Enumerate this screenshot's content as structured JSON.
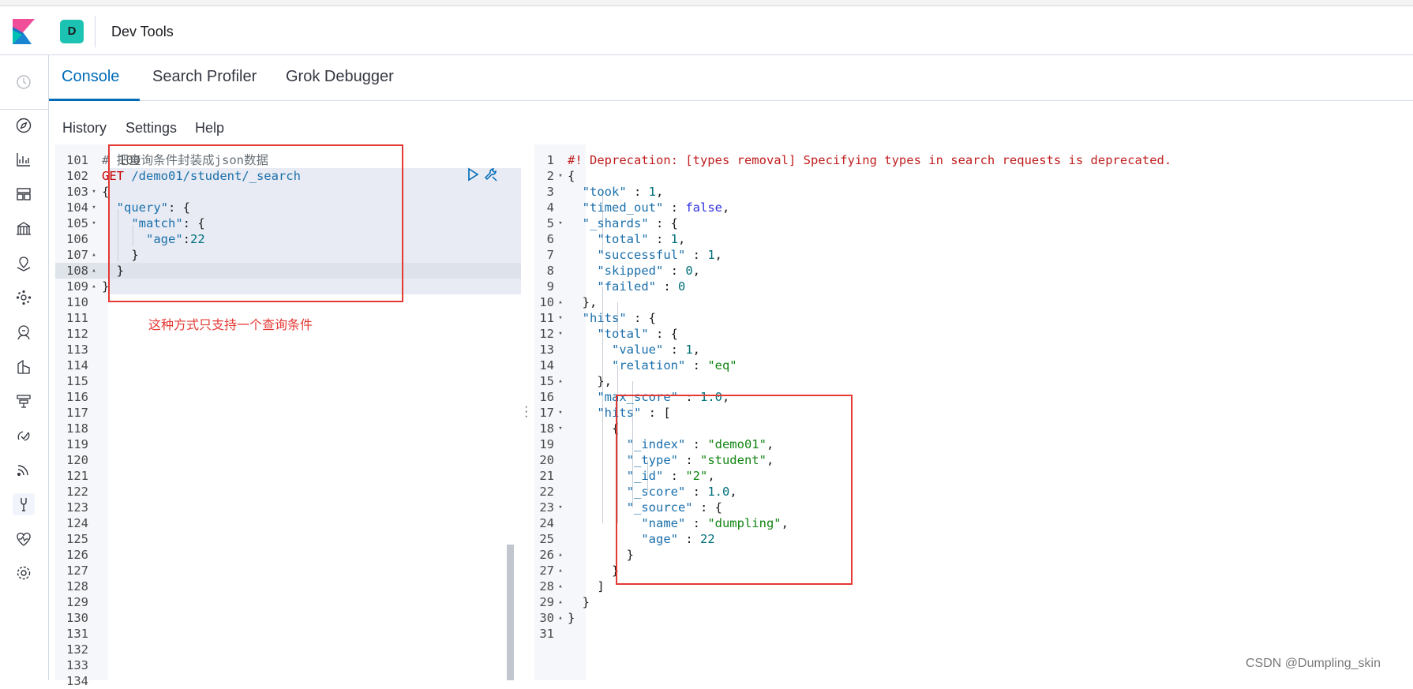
{
  "header": {
    "space_initial": "D",
    "app_title": "Dev Tools"
  },
  "nav": {
    "icons": [
      "clock-icon",
      "compass-icon",
      "visualize-icon",
      "dashboard-icon",
      "canvas-icon",
      "maps-icon",
      "ml-icon",
      "metrics-icon",
      "logs-icon",
      "apm-icon",
      "uptime-icon",
      "siem-icon",
      "devtools-icon",
      "monitoring-icon",
      "gear-icon"
    ]
  },
  "tabs": [
    "Console",
    "Search Profiler",
    "Grok Debugger"
  ],
  "menu": [
    "History",
    "Settings",
    "Help"
  ],
  "request": {
    "first_line": "100",
    "lines": [
      {
        "n": "101",
        "fold": "",
        "segs": [
          {
            "c": "t-comment",
            "t": "# 把查询条件封装成json数据"
          }
        ]
      },
      {
        "n": "102",
        "fold": "",
        "segs": [
          {
            "c": "t-method",
            "t": "GET"
          },
          {
            "c": "t-url",
            "t": " /demo01/student/_search"
          }
        ]
      },
      {
        "n": "103",
        "fold": "▾",
        "segs": [
          {
            "c": "t-punct",
            "t": "{"
          }
        ]
      },
      {
        "n": "104",
        "fold": "▾",
        "segs": [
          {
            "c": "t-key",
            "t": "  \"query\""
          },
          {
            "c": "t-punct",
            "t": ": {"
          }
        ]
      },
      {
        "n": "105",
        "fold": "▾",
        "segs": [
          {
            "c": "t-key",
            "t": "    \"match\""
          },
          {
            "c": "t-punct",
            "t": ": {"
          }
        ]
      },
      {
        "n": "106",
        "fold": "",
        "segs": [
          {
            "c": "t-key",
            "t": "      \"age\""
          },
          {
            "c": "t-punct",
            "t": ":"
          },
          {
            "c": "t-num",
            "t": "22"
          }
        ]
      },
      {
        "n": "107",
        "fold": "▴",
        "segs": [
          {
            "c": "t-punct",
            "t": "    }"
          }
        ]
      },
      {
        "n": "108",
        "fold": "▴",
        "segs": [
          {
            "c": "t-punct",
            "t": "  }"
          }
        ]
      },
      {
        "n": "109",
        "fold": "▴",
        "segs": [
          {
            "c": "t-punct",
            "t": "}"
          }
        ]
      },
      {
        "n": "110",
        "fold": "",
        "segs": []
      },
      {
        "n": "111",
        "fold": "",
        "segs": []
      },
      {
        "n": "112",
        "fold": "",
        "segs": []
      },
      {
        "n": "113",
        "fold": "",
        "segs": []
      },
      {
        "n": "114",
        "fold": "",
        "segs": []
      },
      {
        "n": "115",
        "fold": "",
        "segs": []
      },
      {
        "n": "116",
        "fold": "",
        "segs": []
      },
      {
        "n": "117",
        "fold": "",
        "segs": []
      },
      {
        "n": "118",
        "fold": "",
        "segs": []
      },
      {
        "n": "119",
        "fold": "",
        "segs": []
      },
      {
        "n": "120",
        "fold": "",
        "segs": []
      },
      {
        "n": "121",
        "fold": "",
        "segs": []
      },
      {
        "n": "122",
        "fold": "",
        "segs": []
      },
      {
        "n": "123",
        "fold": "",
        "segs": []
      },
      {
        "n": "124",
        "fold": "",
        "segs": []
      },
      {
        "n": "125",
        "fold": "",
        "segs": []
      },
      {
        "n": "126",
        "fold": "",
        "segs": []
      },
      {
        "n": "127",
        "fold": "",
        "segs": []
      },
      {
        "n": "128",
        "fold": "",
        "segs": []
      },
      {
        "n": "129",
        "fold": "",
        "segs": []
      },
      {
        "n": "130",
        "fold": "",
        "segs": []
      },
      {
        "n": "131",
        "fold": "",
        "segs": []
      },
      {
        "n": "132",
        "fold": "",
        "segs": []
      },
      {
        "n": "133",
        "fold": "",
        "segs": []
      },
      {
        "n": "134",
        "fold": "",
        "segs": []
      }
    ]
  },
  "response": {
    "lines": [
      {
        "n": "1",
        "fold": "",
        "segs": [
          {
            "c": "t-warn",
            "t": "#! Deprecation: [types removal] Specifying types in search requests is deprecated."
          }
        ]
      },
      {
        "n": "2",
        "fold": "▾",
        "segs": [
          {
            "c": "t-punct",
            "t": "{"
          }
        ]
      },
      {
        "n": "3",
        "fold": "",
        "segs": [
          {
            "c": "t-key",
            "t": "  \"took\""
          },
          {
            "c": "t-punct",
            "t": " : "
          },
          {
            "c": "t-num",
            "t": "1"
          },
          {
            "c": "t-punct",
            "t": ","
          }
        ]
      },
      {
        "n": "4",
        "fold": "",
        "segs": [
          {
            "c": "t-key",
            "t": "  \"timed_out\""
          },
          {
            "c": "t-punct",
            "t": " : "
          },
          {
            "c": "t-bool",
            "t": "false"
          },
          {
            "c": "t-punct",
            "t": ","
          }
        ]
      },
      {
        "n": "5",
        "fold": "▾",
        "segs": [
          {
            "c": "t-key",
            "t": "  \"_shards\""
          },
          {
            "c": "t-punct",
            "t": " : {"
          }
        ]
      },
      {
        "n": "6",
        "fold": "",
        "segs": [
          {
            "c": "t-key",
            "t": "    \"total\""
          },
          {
            "c": "t-punct",
            "t": " : "
          },
          {
            "c": "t-num",
            "t": "1"
          },
          {
            "c": "t-punct",
            "t": ","
          }
        ]
      },
      {
        "n": "7",
        "fold": "",
        "segs": [
          {
            "c": "t-key",
            "t": "    \"successful\""
          },
          {
            "c": "t-punct",
            "t": " : "
          },
          {
            "c": "t-num",
            "t": "1"
          },
          {
            "c": "t-punct",
            "t": ","
          }
        ]
      },
      {
        "n": "8",
        "fold": "",
        "segs": [
          {
            "c": "t-key",
            "t": "    \"skipped\""
          },
          {
            "c": "t-punct",
            "t": " : "
          },
          {
            "c": "t-num",
            "t": "0"
          },
          {
            "c": "t-punct",
            "t": ","
          }
        ]
      },
      {
        "n": "9",
        "fold": "",
        "segs": [
          {
            "c": "t-key",
            "t": "    \"failed\""
          },
          {
            "c": "t-punct",
            "t": " : "
          },
          {
            "c": "t-num",
            "t": "0"
          }
        ]
      },
      {
        "n": "10",
        "fold": "▴",
        "segs": [
          {
            "c": "t-punct",
            "t": "  },"
          }
        ]
      },
      {
        "n": "11",
        "fold": "▾",
        "segs": [
          {
            "c": "t-key",
            "t": "  \"hits\""
          },
          {
            "c": "t-punct",
            "t": " : {"
          }
        ]
      },
      {
        "n": "12",
        "fold": "▾",
        "segs": [
          {
            "c": "t-key",
            "t": "    \"total\""
          },
          {
            "c": "t-punct",
            "t": " : {"
          }
        ]
      },
      {
        "n": "13",
        "fold": "",
        "segs": [
          {
            "c": "t-key",
            "t": "      \"value\""
          },
          {
            "c": "t-punct",
            "t": " : "
          },
          {
            "c": "t-num",
            "t": "1"
          },
          {
            "c": "t-punct",
            "t": ","
          }
        ]
      },
      {
        "n": "14",
        "fold": "",
        "segs": [
          {
            "c": "t-key",
            "t": "      \"relation\""
          },
          {
            "c": "t-punct",
            "t": " : "
          },
          {
            "c": "t-str",
            "t": "\"eq\""
          }
        ]
      },
      {
        "n": "15",
        "fold": "▴",
        "segs": [
          {
            "c": "t-punct",
            "t": "    },"
          }
        ]
      },
      {
        "n": "16",
        "fold": "",
        "segs": [
          {
            "c": "t-key",
            "t": "    \"max_score\""
          },
          {
            "c": "t-punct",
            "t": " : "
          },
          {
            "c": "t-num",
            "t": "1.0"
          },
          {
            "c": "t-punct",
            "t": ","
          }
        ]
      },
      {
        "n": "17",
        "fold": "▾",
        "segs": [
          {
            "c": "t-key",
            "t": "    \"hits\""
          },
          {
            "c": "t-punct",
            "t": " : ["
          }
        ]
      },
      {
        "n": "18",
        "fold": "▾",
        "segs": [
          {
            "c": "t-punct",
            "t": "      {"
          }
        ]
      },
      {
        "n": "19",
        "fold": "",
        "segs": [
          {
            "c": "t-key",
            "t": "        \"_index\""
          },
          {
            "c": "t-punct",
            "t": " : "
          },
          {
            "c": "t-str",
            "t": "\"demo01\""
          },
          {
            "c": "t-punct",
            "t": ","
          }
        ]
      },
      {
        "n": "20",
        "fold": "",
        "segs": [
          {
            "c": "t-key",
            "t": "        \"_type\""
          },
          {
            "c": "t-punct",
            "t": " : "
          },
          {
            "c": "t-str",
            "t": "\"student\""
          },
          {
            "c": "t-punct",
            "t": ","
          }
        ]
      },
      {
        "n": "21",
        "fold": "",
        "segs": [
          {
            "c": "t-key",
            "t": "        \"_id\""
          },
          {
            "c": "t-punct",
            "t": " : "
          },
          {
            "c": "t-str",
            "t": "\"2\""
          },
          {
            "c": "t-punct",
            "t": ","
          }
        ]
      },
      {
        "n": "22",
        "fold": "",
        "segs": [
          {
            "c": "t-key",
            "t": "        \"_score\""
          },
          {
            "c": "t-punct",
            "t": " : "
          },
          {
            "c": "t-num",
            "t": "1.0"
          },
          {
            "c": "t-punct",
            "t": ","
          }
        ]
      },
      {
        "n": "23",
        "fold": "▾",
        "segs": [
          {
            "c": "t-key",
            "t": "        \"_source\""
          },
          {
            "c": "t-punct",
            "t": " : {"
          }
        ]
      },
      {
        "n": "24",
        "fold": "",
        "segs": [
          {
            "c": "t-key",
            "t": "          \"name\""
          },
          {
            "c": "t-punct",
            "t": " : "
          },
          {
            "c": "t-str",
            "t": "\"dumpling\""
          },
          {
            "c": "t-punct",
            "t": ","
          }
        ]
      },
      {
        "n": "25",
        "fold": "",
        "segs": [
          {
            "c": "t-key",
            "t": "          \"age\""
          },
          {
            "c": "t-punct",
            "t": " : "
          },
          {
            "c": "t-num",
            "t": "22"
          }
        ]
      },
      {
        "n": "26",
        "fold": "▴",
        "segs": [
          {
            "c": "t-punct",
            "t": "        }"
          }
        ]
      },
      {
        "n": "27",
        "fold": "▴",
        "segs": [
          {
            "c": "t-punct",
            "t": "      }"
          }
        ]
      },
      {
        "n": "28",
        "fold": "▴",
        "segs": [
          {
            "c": "t-punct",
            "t": "    ]"
          }
        ]
      },
      {
        "n": "29",
        "fold": "▴",
        "segs": [
          {
            "c": "t-punct",
            "t": "  }"
          }
        ]
      },
      {
        "n": "30",
        "fold": "▴",
        "segs": [
          {
            "c": "t-punct",
            "t": "}"
          }
        ]
      },
      {
        "n": "31",
        "fold": "",
        "segs": []
      }
    ]
  },
  "annotation": {
    "note": "这种方式只支持一个查询条件"
  },
  "watermark": "CSDN @Dumpling_skin",
  "colors": {
    "accent": "#006bb8",
    "annotation": "#e53935",
    "space_avatar": "#1cc3b2"
  }
}
